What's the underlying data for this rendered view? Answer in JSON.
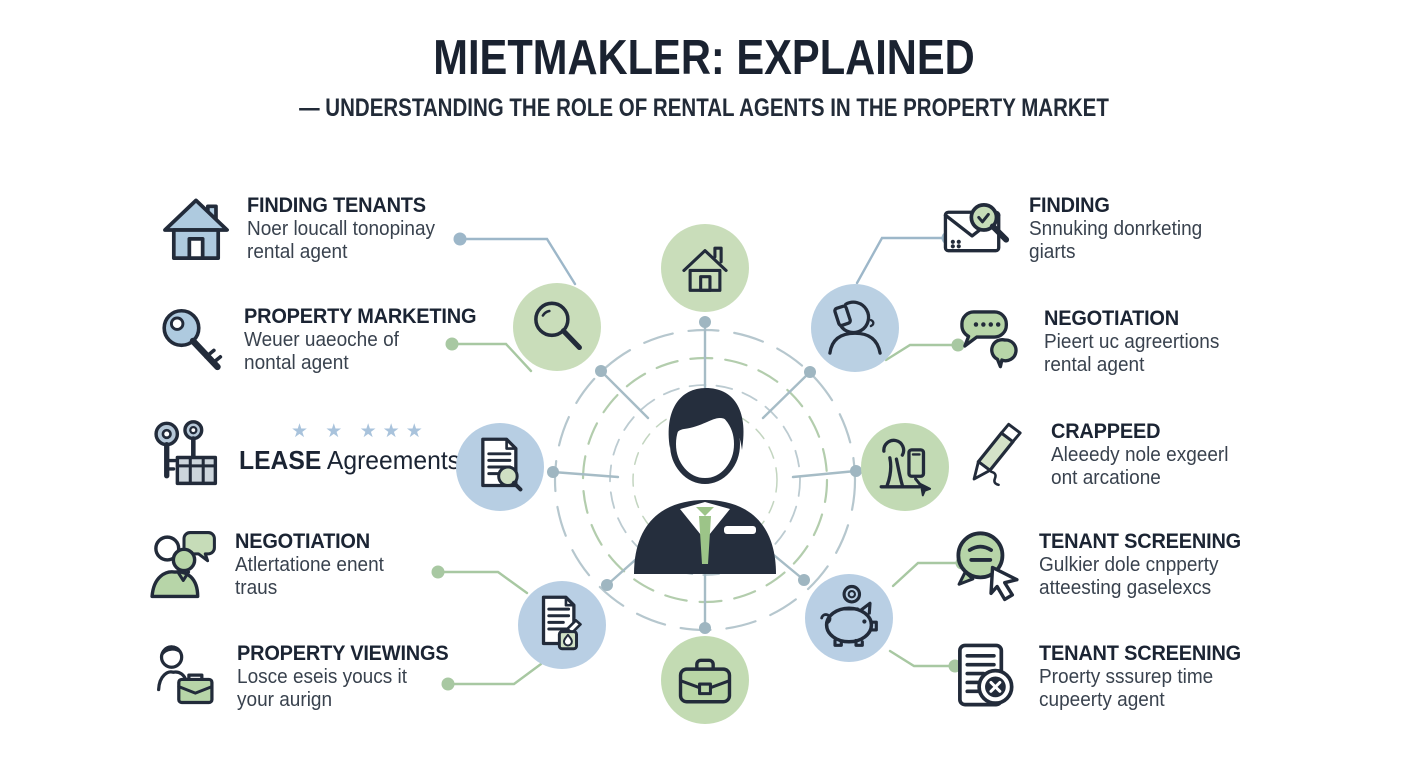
{
  "header": {
    "title": "MIETMAKLER: EXPLAINED",
    "subtitle": "— UNDERSTANDING THE ROLE OF RENTAL AGENTS IN THE PROPERTY MARKET"
  },
  "left_items": [
    {
      "icon": "house-icon",
      "title": "FINDING TENANTS",
      "desc_line1": "Noer loucall tonopinay",
      "desc_line2": "rental agent"
    },
    {
      "icon": "key-icon",
      "title": "PROPERTY MARKETING",
      "desc_line1": "Weuer uaeoche of",
      "desc_line2": "nontal agent"
    },
    {
      "icon": "keys-box-icon",
      "stars": "★ ★ ★★★",
      "title_bold": "LEASE",
      "title_rest": " Agreements"
    },
    {
      "icon": "negotiation-people-icon",
      "title": "NEGOTIATION",
      "desc_line1": "Atlertatione enent",
      "desc_line2": "traus"
    },
    {
      "icon": "agent-briefcase-icon",
      "title": "PROPERTY VIEWINGS",
      "desc_line1": "Losce eseis youcs it",
      "desc_line2": "your aurign"
    }
  ],
  "right_items": [
    {
      "icon": "envelope-search-icon",
      "title": "FINDING",
      "desc_line1": "Snnuking donrketing",
      "desc_line2": "giarts"
    },
    {
      "icon": "chat-bubbles-icon",
      "title": "NEGOTIATION",
      "desc_line1": "Pieert uc agreertions",
      "desc_line2": "rental agent"
    },
    {
      "icon": "pen-icon",
      "title": "CRAPPEED",
      "desc_line1": "Aleeedy nole exgeerl",
      "desc_line2": "ont arcatione"
    },
    {
      "icon": "chat-cursor-icon",
      "title": "TENANT SCREENING",
      "desc_line1": "Gulkier dole cnpperty",
      "desc_line2": "atteesting gaselexcs"
    },
    {
      "icon": "document-seal-icon",
      "title": "TENANT SCREENING",
      "desc_line1": "Proerty sssurep time",
      "desc_line2": "cupeerty agent"
    }
  ],
  "center": {
    "figure": "rental-agent-person",
    "ring_icons": [
      "house",
      "magnifier",
      "support-call",
      "document-search",
      "tools-phone",
      "document-stamp",
      "piggy-bank",
      "briefcase"
    ]
  },
  "colors": {
    "navy": "#222b3a",
    "green_circle": "#c9ddba",
    "blue_circle": "#bad0e3",
    "green_fill": "#b7d5a8",
    "blue_fill": "#aecadf",
    "line_gray": "#a6bcc6",
    "line_green": "#a8c8a2",
    "star_blue": "#a9c3dc"
  }
}
